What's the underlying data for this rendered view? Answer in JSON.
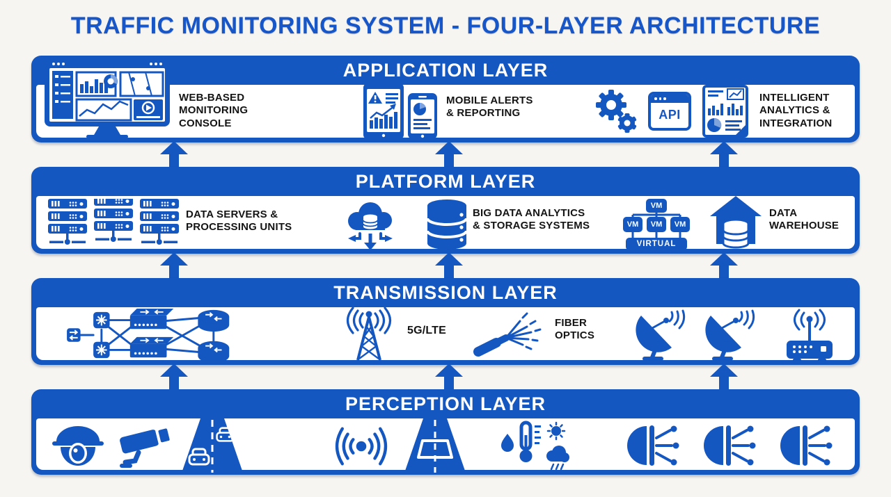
{
  "title": "TRAFFIC MONITORING SYSTEM - FOUR-LAYER ARCHITECTURE",
  "colors": {
    "primary_blue": "#1557c0",
    "title_blue": "#1656c9",
    "label_text": "#141414",
    "background": "#f7f5f1",
    "panel_white": "#ffffff"
  },
  "layers": {
    "application": {
      "title": "APPLICATION LAYER",
      "icons": [
        "monitor-dashboard-icon",
        "tablet-phone-icon",
        "gears-icon",
        "api-window-icon",
        "analytics-report-icon"
      ],
      "items": {
        "console": {
          "label": "WEB-BASED\nMONITORING\nCONSOLE"
        },
        "mobile": {
          "label": "MOBILE ALERTS\n& REPORTING"
        },
        "analytics": {
          "label": "INTELLIGENT\nANALYTICS &\nINTEGRATION",
          "api_badge": "API"
        }
      }
    },
    "platform": {
      "title": "PLATFORM LAYER",
      "icons": [
        "server-racks-icon",
        "cloud-database-icon",
        "database-icon",
        "virtual-machines-icon",
        "data-warehouse-icon"
      ],
      "items": {
        "servers": {
          "label": "DATA SERVERS &\nPROCESSING UNITS"
        },
        "bigdata": {
          "label": "BIG DATA ANALYTICS\n& STORAGE SYSTEMS"
        },
        "virtualization": {
          "vm_label": "VM",
          "virtual_label": "VIRTUAL"
        },
        "warehouse": {
          "label": "DATA\nWAREHOUSE"
        }
      }
    },
    "transmission": {
      "title": "TRANSMISSION LAYER",
      "icons": [
        "network-mesh-icon",
        "cell-tower-icon",
        "fiber-optics-icon",
        "satellite-dish-icon",
        "satellite-dish-icon",
        "wifi-router-icon"
      ],
      "items": {
        "cellular": {
          "label": "5G/LTE"
        },
        "fiber": {
          "label": "FIBER\nOPTICS"
        }
      }
    },
    "perception": {
      "title": "PERCEPTION LAYER",
      "icons": [
        "dome-camera-icon",
        "cctv-camera-icon",
        "road-traffic-icon",
        "wireless-sensor-icon",
        "road-loop-sensor-icon",
        "weather-station-icon",
        "iot-sensor-icon",
        "iot-sensor-icon",
        "iot-sensor-icon"
      ]
    }
  }
}
